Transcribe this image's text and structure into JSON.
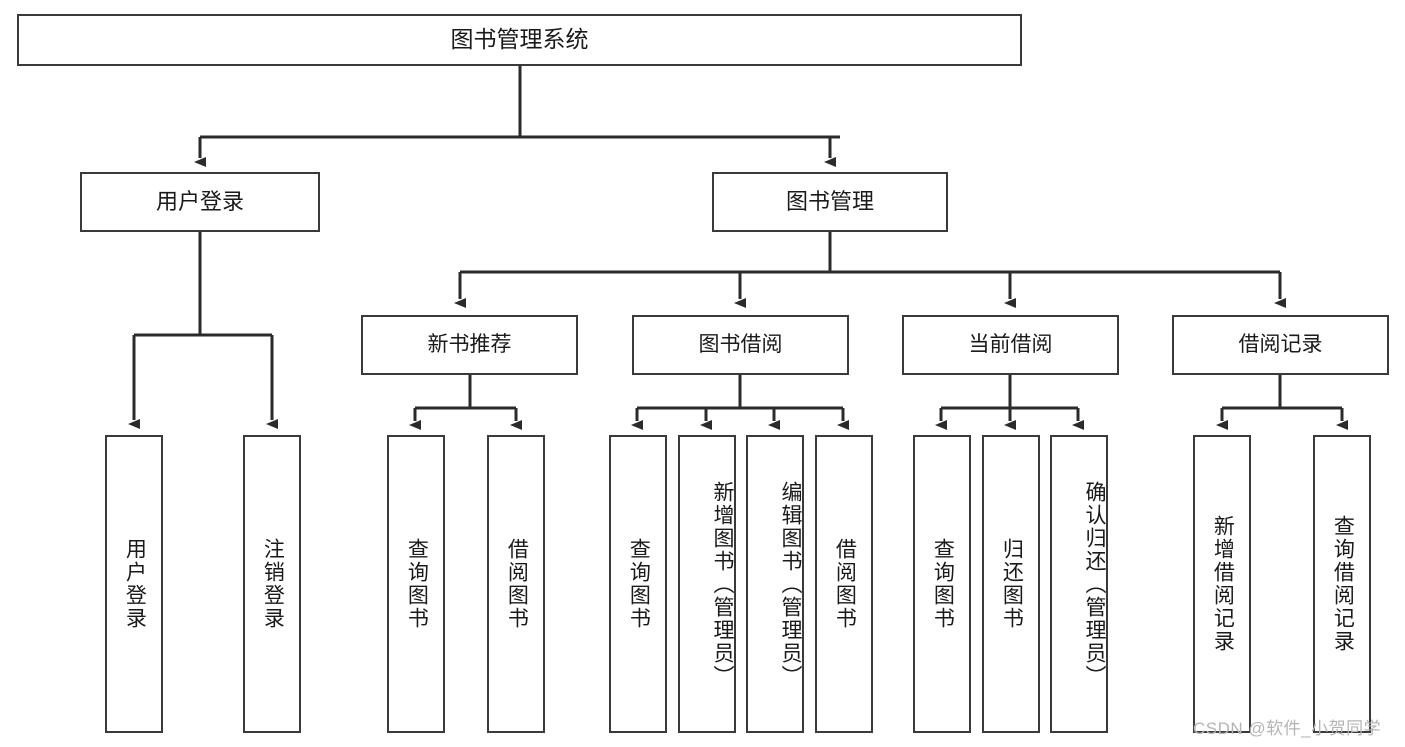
{
  "diagram": {
    "title": "图书管理系统",
    "type": "tree-hierarchy-chart",
    "colors": {
      "background": "#ffffff",
      "border": "#3a3a3a",
      "line": "#2b2b2b",
      "text": "#1a1a1a",
      "watermark": "#b4b4b4"
    }
  },
  "root": {
    "label": "图书管理系统"
  },
  "level1": [
    {
      "label": "用户登录"
    },
    {
      "label": "图书管理"
    }
  ],
  "level2": [
    {
      "label": "新书推荐"
    },
    {
      "label": "图书借阅"
    },
    {
      "label": "当前借阅"
    },
    {
      "label": "借阅记录"
    }
  ],
  "leaves": {
    "user_login": [
      {
        "label": "用户登录"
      },
      {
        "label": "注销登录"
      }
    ],
    "new_book_recommend": [
      {
        "label": "查询图书"
      },
      {
        "label": "借阅图书"
      }
    ],
    "book_borrow": [
      {
        "label": "查询图书"
      },
      {
        "label": "新增图书（管理员）"
      },
      {
        "label": "编辑图书（管理员）"
      },
      {
        "label": "借阅图书"
      }
    ],
    "current_borrow": [
      {
        "label": "查询图书"
      },
      {
        "label": "归还图书"
      },
      {
        "label": "确认归还（管理员）"
      }
    ],
    "borrow_record": [
      {
        "label": "新增借阅记录"
      },
      {
        "label": "查询借阅记录"
      }
    ]
  },
  "watermark": {
    "text": "CSDN @软件_小贺同学"
  }
}
